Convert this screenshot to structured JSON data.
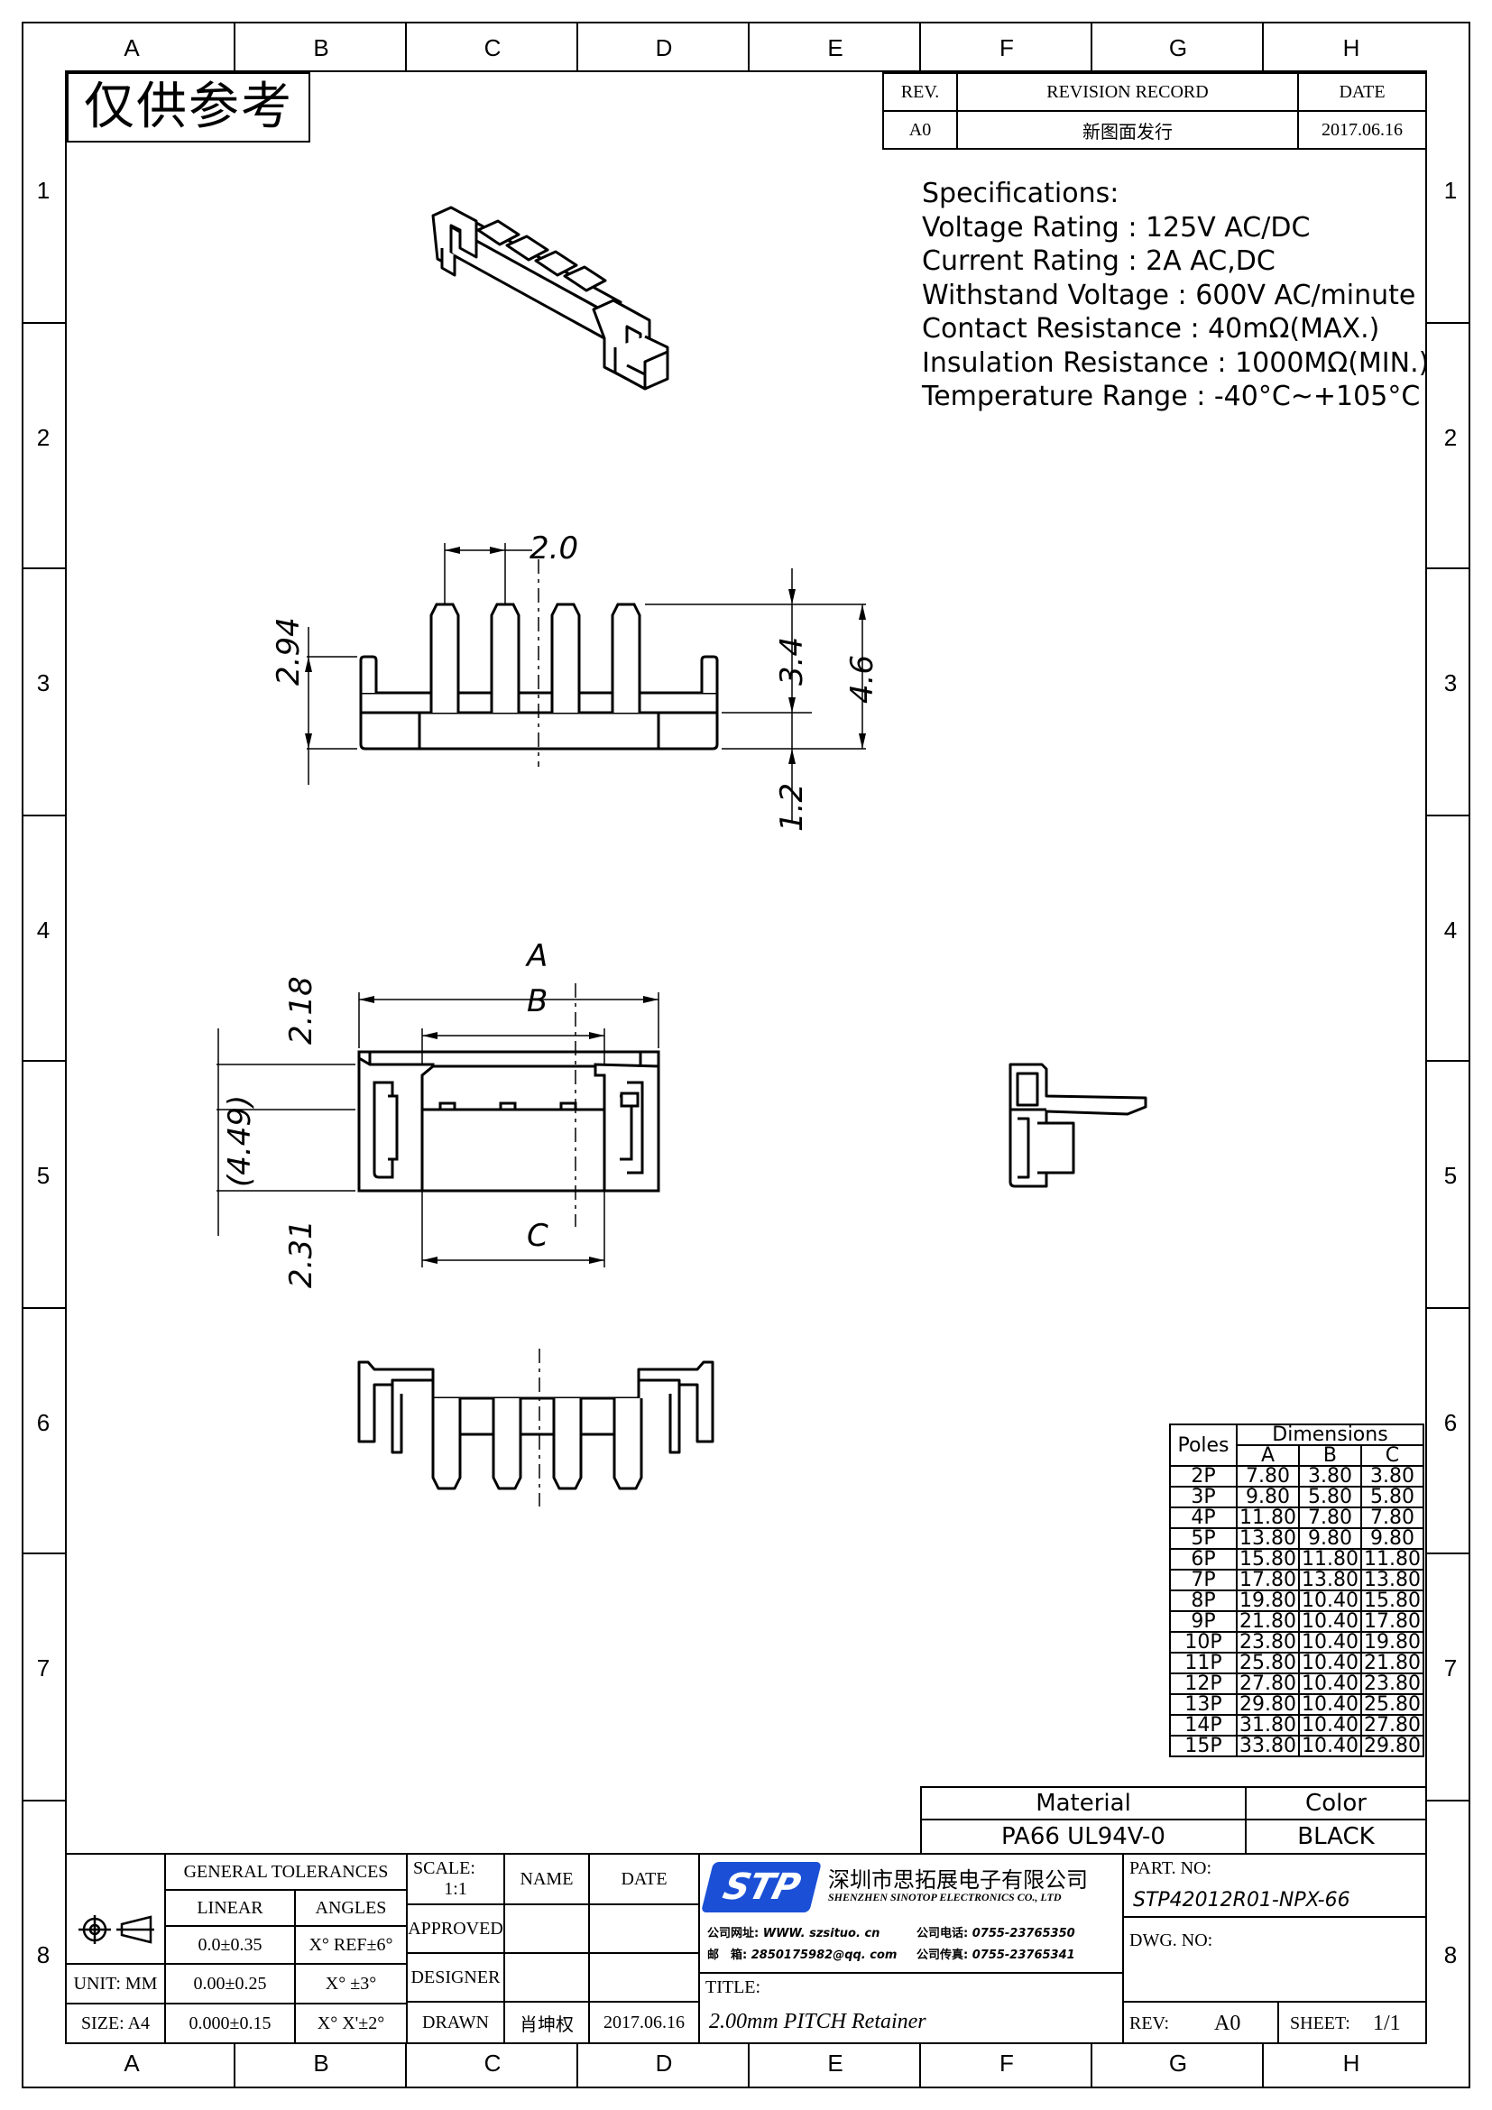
{
  "zones": {
    "columns": [
      "A",
      "B",
      "C",
      "D",
      "E",
      "F",
      "G",
      "H"
    ],
    "rows": [
      "1",
      "2",
      "3",
      "4",
      "5",
      "6",
      "7",
      "8"
    ]
  },
  "watermark": "仅供参考",
  "revision": {
    "headers": {
      "rev": "REV.",
      "record": "REVISION RECORD",
      "date": "DATE"
    },
    "rows": [
      {
        "rev": "A0",
        "record": "新图面发行",
        "date": "2017.06.16"
      }
    ]
  },
  "specifications": {
    "title": "Specifications:",
    "lines": [
      "Voltage Rating : 125V AC/DC",
      "Current Rating : 2A AC,DC",
      "Withstand Voltage : 600V AC/minute",
      "Contact Resistance : 40mΩ(MAX.)",
      "Insulation Resistance : 1000MΩ(MIN.)",
      "Temperature Range : -40°C~+105°C"
    ]
  },
  "dimensions_front": {
    "pitch": "2.0",
    "h1": "2.94",
    "h2": "3.4",
    "h3": "4.6",
    "h4": "1.2"
  },
  "dimensions_top": {
    "a": "A",
    "b": "B",
    "c": "C",
    "d1": "2.18",
    "d2": "(4.49)",
    "d3": "2.31"
  },
  "dim_table": {
    "poles_header": "Poles",
    "dimensions_header": "Dimensions",
    "columns": [
      "A",
      "B",
      "C"
    ],
    "rows": [
      [
        "2P",
        "7.80",
        "3.80",
        "3.80"
      ],
      [
        "3P",
        "9.80",
        "5.80",
        "5.80"
      ],
      [
        "4P",
        "11.80",
        "7.80",
        "7.80"
      ],
      [
        "5P",
        "13.80",
        "9.80",
        "9.80"
      ],
      [
        "6P",
        "15.80",
        "11.80",
        "11.80"
      ],
      [
        "7P",
        "17.80",
        "13.80",
        "13.80"
      ],
      [
        "8P",
        "19.80",
        "10.40",
        "15.80"
      ],
      [
        "9P",
        "21.80",
        "10.40",
        "17.80"
      ],
      [
        "10P",
        "23.80",
        "10.40",
        "19.80"
      ],
      [
        "11P",
        "25.80",
        "10.40",
        "21.80"
      ],
      [
        "12P",
        "27.80",
        "10.40",
        "23.80"
      ],
      [
        "13P",
        "29.80",
        "10.40",
        "25.80"
      ],
      [
        "14P",
        "31.80",
        "10.40",
        "27.80"
      ],
      [
        "15P",
        "33.80",
        "10.40",
        "29.80"
      ]
    ]
  },
  "material": {
    "material_label": "Material",
    "color_label": "Color",
    "material": "PA66 UL94V-0",
    "color": "BLACK"
  },
  "title_block": {
    "general_tolerances": "GENERAL TOLERANCES",
    "linear": "LINEAR",
    "angles": "ANGLES",
    "tol_rows": [
      [
        "0.0±0.35",
        "X° REF±6°"
      ],
      [
        "0.00±0.25",
        "X° ±3°"
      ],
      [
        "0.000±0.15",
        "X° X'±2°"
      ]
    ],
    "unit": "UNIT: MM",
    "size": "SIZE: A4",
    "scale_label": "SCALE:",
    "scale_value": "1:1",
    "name_label": "NAME",
    "date_label": "DATE",
    "approved": "APPROVED",
    "designer": "DESIGNER",
    "drawn": "DRAWN",
    "drawn_name": "肖坤权",
    "drawn_date": "2017.06.16",
    "logo_text": "STP",
    "company_cn": "深圳市思拓展电子有限公司",
    "company_en": "SHENZHEN SINOTOP ELECTRONICS CO., LTD",
    "web_label": "公司网址:",
    "web": "WWW. szsituo. cn",
    "tel_label": "公司电话:",
    "tel": "0755-23765350",
    "mail_label": "邮　箱:",
    "mail": "2850175982@qq. com",
    "fax_label": "公司传真:",
    "fax": "0755-23765341",
    "title_label": "TITLE:",
    "title": "2.00mm PITCH Retainer",
    "part_no_label": "PART. NO:",
    "part_no": "STP42012R01-NPX-66",
    "dwg_no_label": "DWG. NO:",
    "rev_label": "REV:",
    "rev": "A0",
    "sheet_label": "SHEET:",
    "sheet": "1/1"
  }
}
